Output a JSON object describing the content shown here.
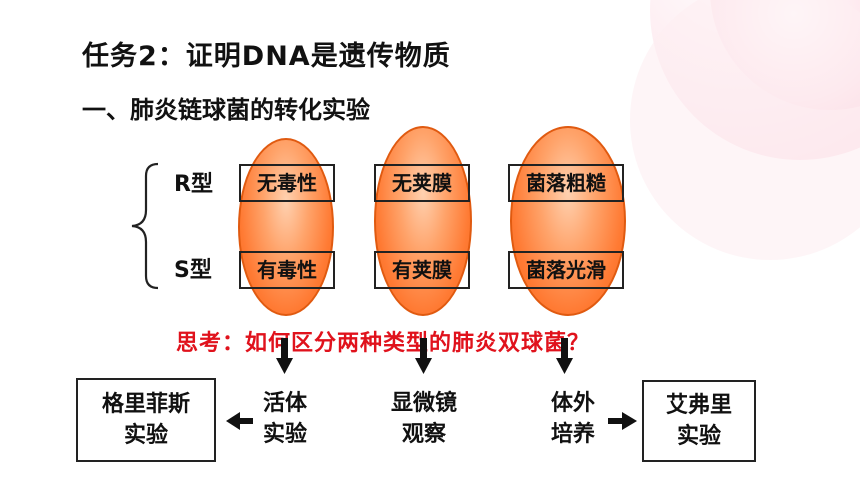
{
  "title": "任务2：证明DNA是遗传物质",
  "subtitle": "一、肺炎链球菌的转化实验",
  "types": {
    "r": "R型",
    "s": "S型"
  },
  "traits": {
    "r": [
      "无毒性",
      "无荚膜",
      "菌落粗糙"
    ],
    "s": [
      "有毒性",
      "有荚膜",
      "菌落光滑"
    ]
  },
  "question": "思考：如何区分两种类型的肺炎双球菌？",
  "methods": {
    "in_vivo": [
      "活体",
      "实验"
    ],
    "microscope": [
      "显微镜",
      "观察"
    ],
    "in_vitro": [
      "体外",
      "培养"
    ]
  },
  "experiments": {
    "griffith": [
      "格里菲斯",
      "实验"
    ],
    "avery": [
      "艾弗里",
      "实验"
    ]
  },
  "colors": {
    "accent_red": "#e0121c",
    "ellipse_orange": "#ff7a33",
    "decor_pink": "#f7b8c8"
  }
}
